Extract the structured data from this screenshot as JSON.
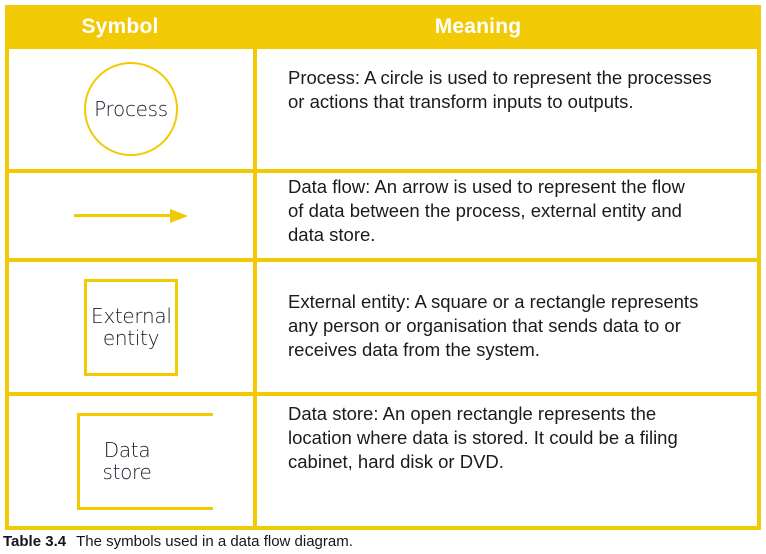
{
  "colors": {
    "accent_yellow": "#F2C905",
    "header_text": "#FFFFFF",
    "body_text": "#1B1B1B"
  },
  "table": {
    "columns": [
      {
        "label": "Symbol"
      },
      {
        "label": "Meaning"
      }
    ],
    "rows": [
      {
        "symbol_type": "circle",
        "symbol_label": "Process",
        "meaning": "Process: A circle is used to represent the processes or actions that transform inputs to outputs.",
        "meaning_lines": [
          "Process: A circle is used to represent the processes",
          "or actions that transform inputs to outputs."
        ]
      },
      {
        "symbol_type": "arrow",
        "symbol_label": "",
        "meaning": "Data flow: An arrow is used to represent the flow of data between the process, external entity and data store.",
        "meaning_lines": [
          "Data flow: An arrow is used to represent the flow",
          "of data between the process, external entity and",
          "data store."
        ]
      },
      {
        "symbol_type": "square",
        "symbol_label": "External entity",
        "meaning": "External entity: A square or a rectangle represents any person or organisation that sends data to or receives data from the system.",
        "meaning_lines": [
          "External entity: A square or a rectangle represents",
          "any person or organisation that sends data to or",
          "receives data from the system."
        ]
      },
      {
        "symbol_type": "open-rectangle",
        "symbol_label": "Data store",
        "meaning": "Data store: An open rectangle represents the location where data is stored. It could be a filing cabinet, hard disk or DVD.",
        "meaning_lines": [
          "Data store: An open rectangle represents the",
          "location where data is stored. It could be a filing",
          "cabinet, hard disk or DVD."
        ]
      }
    ],
    "caption": {
      "label": "Table 3.4",
      "text": "The symbols used in a data flow diagram."
    }
  }
}
